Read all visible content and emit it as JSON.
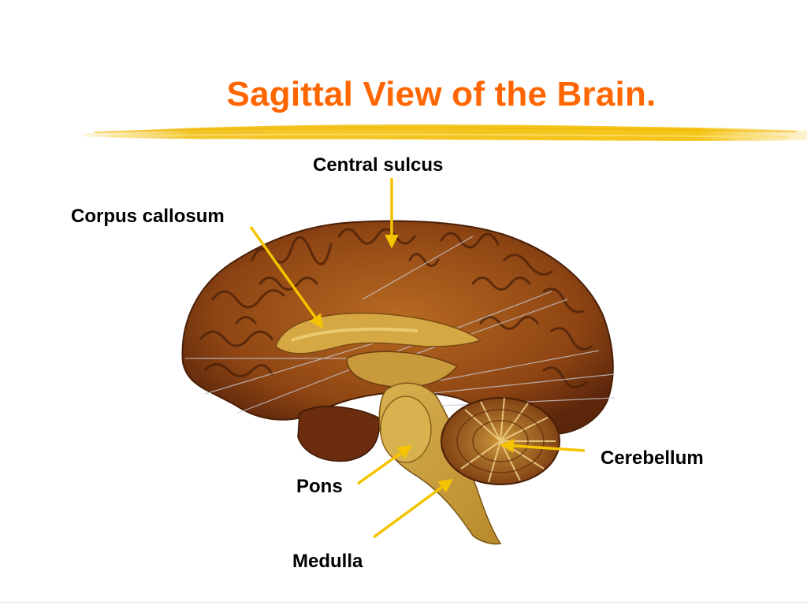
{
  "slide": {
    "title": "Sagittal View of the Brain."
  },
  "labels": {
    "central_sulcus": "Central sulcus",
    "corpus_callosum": "Corpus callosum",
    "cerebellum": "Cerebellum",
    "pons": "Pons",
    "medulla": "Medulla"
  },
  "colors": {
    "title": "#ff6600",
    "underline_stroke": "#f5c518",
    "arrow": "#f5c400",
    "brain_dark": "#6b2f0f",
    "brain_mid": "#a8591e",
    "brain_light": "#d9a346"
  }
}
